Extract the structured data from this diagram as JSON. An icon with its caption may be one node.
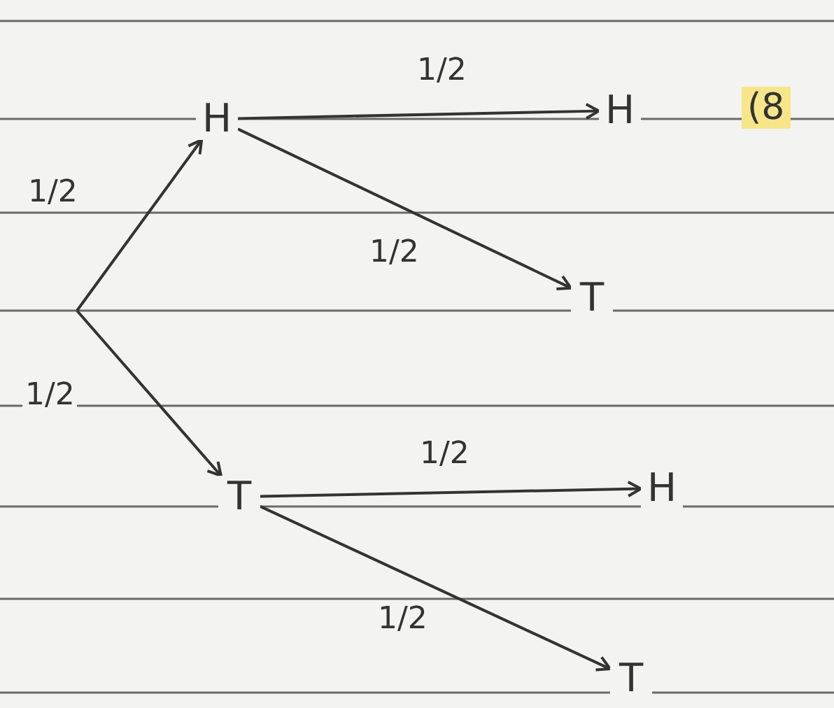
{
  "diagram": {
    "nodes": [
      {
        "text": [
          "H"
        ]
      },
      {
        "text": [
          "H"
        ]
      },
      {
        "text": [
          "T"
        ]
      },
      {
        "text": [
          "T"
        ]
      },
      {
        "text": [
          "H"
        ]
      },
      {
        "text": [
          "T"
        ]
      }
    ],
    "edges": [
      {
        "from": null,
        "to": 0,
        "arrow": "to",
        "label": "1/2"
      },
      {
        "from": null,
        "to": 3,
        "arrow": "to",
        "label": "1/2"
      },
      {
        "from": 0,
        "to": 1,
        "arrow": "to",
        "label": "1/2"
      },
      {
        "from": 0,
        "to": 2,
        "arrow": "to",
        "label": "1/2"
      },
      {
        "from": 3,
        "to": 4,
        "arrow": "to",
        "label": "1/2"
      },
      {
        "from": 3,
        "to": 5,
        "arrow": "to",
        "label": "1/2"
      }
    ],
    "labels": [
      "(8"
    ]
  }
}
